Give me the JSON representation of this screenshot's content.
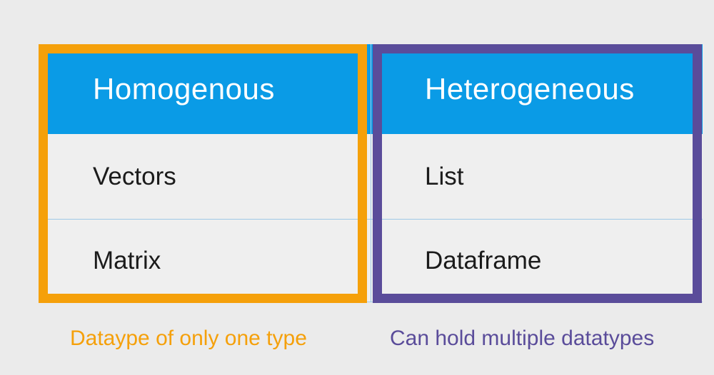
{
  "columns": [
    {
      "header": "Homogenous",
      "rows": [
        "Vectors",
        "Matrix"
      ],
      "caption": "Dataype of only one type",
      "color": "#f5a00a"
    },
    {
      "header": "Heterogeneous",
      "rows": [
        "List",
        "Dataframe"
      ],
      "caption": "Can hold multiple datatypes",
      "color": "#5a4c9a"
    }
  ],
  "colors": {
    "header_bg": "#0a9be6",
    "header_text": "#ffffff",
    "cell_bg": "#efefef",
    "page_bg": "#ebebeb"
  }
}
